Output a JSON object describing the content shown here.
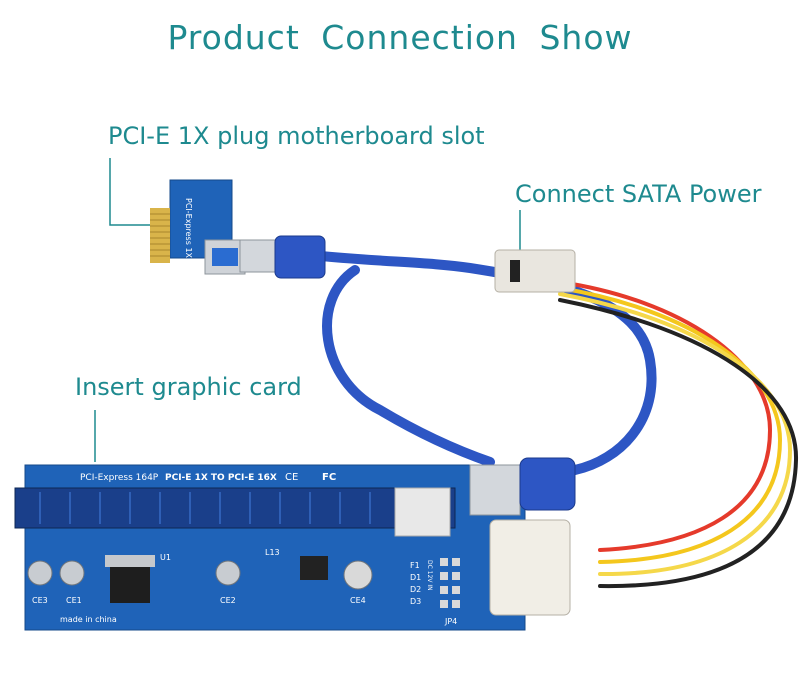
{
  "title": "Product  Connection  Show",
  "labels": {
    "pcie_plug": "PCI-E 1X plug motherboard slot",
    "sata_power": "Connect SATA Power",
    "graphic_card": "Insert graphic card"
  },
  "pcb_markings": {
    "main_header": "PCI-Express 164P",
    "main_title": "PCI-E 1X TO PCI-E 16X",
    "small_plug_text": "PCI-Express 1X",
    "made_in": "made in china",
    "u1": "U1",
    "l13": "L13",
    "ce1": "CE1",
    "ce2": "CE2",
    "ce3": "CE3",
    "ce4": "CE4",
    "f1": "F1",
    "d1": "D1",
    "d2": "D2",
    "d3": "D3",
    "jp4": "JP4",
    "dc12v": "DC 12V IN",
    "ce_mark": "CE",
    "fc_mark": "FC"
  },
  "colors": {
    "accent": "#1e8a8f",
    "pcb": "#1f63b8",
    "cable": "#2d56c4",
    "gold": "#d9b44a"
  }
}
